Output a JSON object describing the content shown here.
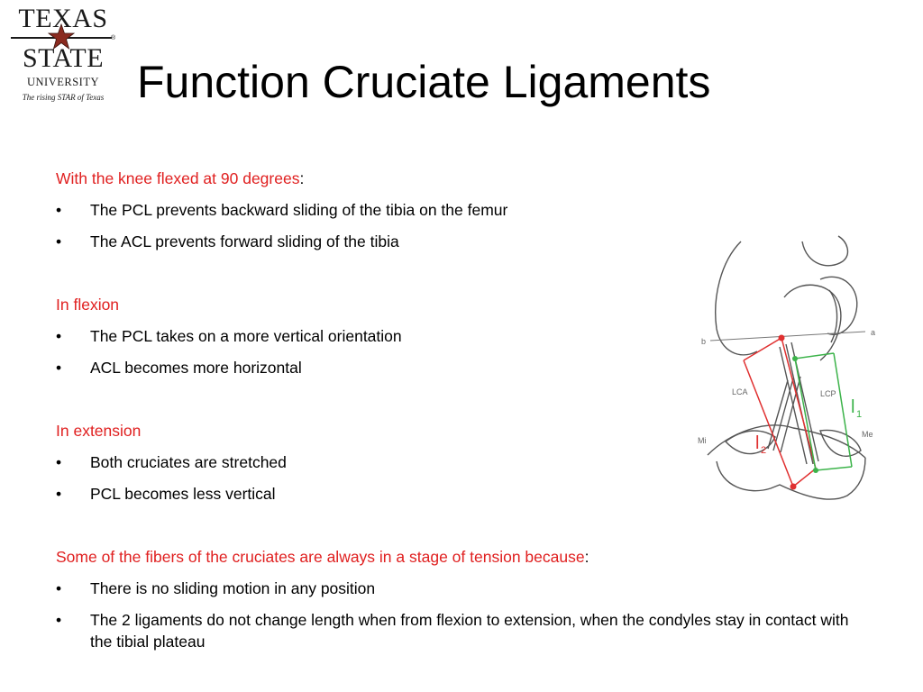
{
  "logo": {
    "line1": "TEXAS",
    "line2": "STATE",
    "line3": "UNIVERSITY",
    "tagline": "The rising STAR of Texas",
    "registered": "®",
    "star_color": "#8a2a1f"
  },
  "slide": {
    "title": "Function Cruciate Ligaments"
  },
  "sections": [
    {
      "heading": "With the knee flexed at 90 degrees",
      "colon": ":",
      "bullets": [
        "The PCL prevents backward sliding of the tibia on the femur",
        "The ACL prevents forward sliding of the tibia"
      ]
    },
    {
      "heading": "In flexion",
      "colon": "",
      "bullets": [
        "The PCL takes on a more vertical orientation",
        "ACL becomes more horizontal"
      ]
    },
    {
      "heading": "In extension",
      "colon": "",
      "bullets": [
        "Both cruciates are stretched",
        "PCL becomes less vertical"
      ]
    },
    {
      "heading": "Some of the fibers of the cruciates are always in a stage of tension because",
      "colon": ":",
      "bullets": [
        "There is no sliding motion in any position",
        "The 2 ligaments do not change length when from flexion to extension, when the condyles stay in contact with the tibial plateau"
      ]
    }
  ],
  "bullet_glyph": "•",
  "figure": {
    "labels": {
      "b": "b",
      "a": "a",
      "lca": "LCA",
      "lcp": "LCP",
      "l1": "l",
      "l1_sub": "1",
      "l2": "l",
      "l2_sub": "2",
      "mi": "Mi",
      "me": "Me"
    },
    "colors": {
      "red": "#e03030",
      "green": "#3cb34a",
      "outline": "#555555"
    }
  }
}
